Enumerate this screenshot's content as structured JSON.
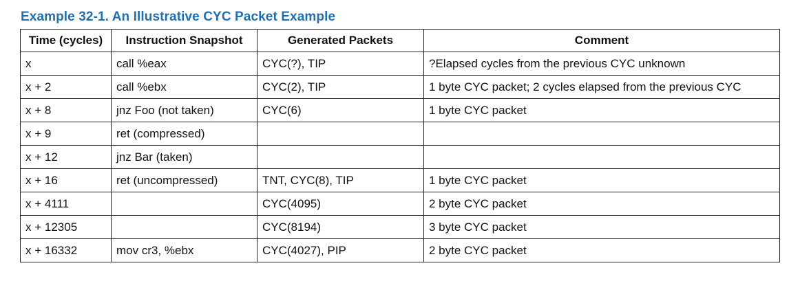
{
  "caption": "Example 32-1.  An Illustrative CYC Packet Example",
  "table": {
    "headers": [
      "Time (cycles)",
      "Instruction Snapshot",
      "Generated Packets",
      "Comment"
    ],
    "rows": [
      [
        "x",
        "call %eax",
        "CYC(?), TIP",
        "?Elapsed cycles from the previous CYC unknown"
      ],
      [
        "x + 2",
        "call %ebx",
        "CYC(2), TIP",
        "1 byte CYC packet; 2 cycles elapsed from the previous CYC"
      ],
      [
        "x + 8",
        "jnz Foo (not taken)",
        "CYC(6)",
        "1 byte CYC packet"
      ],
      [
        "x + 9",
        "ret (compressed)",
        "",
        ""
      ],
      [
        "x + 12",
        "jnz Bar (taken)",
        "",
        ""
      ],
      [
        "x + 16",
        "ret (uncompressed)",
        "TNT, CYC(8), TIP",
        "1 byte CYC packet"
      ],
      [
        "x + 4111",
        "",
        "CYC(4095)",
        "2 byte CYC packet"
      ],
      [
        "x + 12305",
        "",
        "CYC(8194)",
        "3 byte CYC packet"
      ],
      [
        "x + 16332",
        "mov cr3, %ebx",
        "CYC(4027), PIP",
        "2 byte CYC packet"
      ]
    ]
  }
}
